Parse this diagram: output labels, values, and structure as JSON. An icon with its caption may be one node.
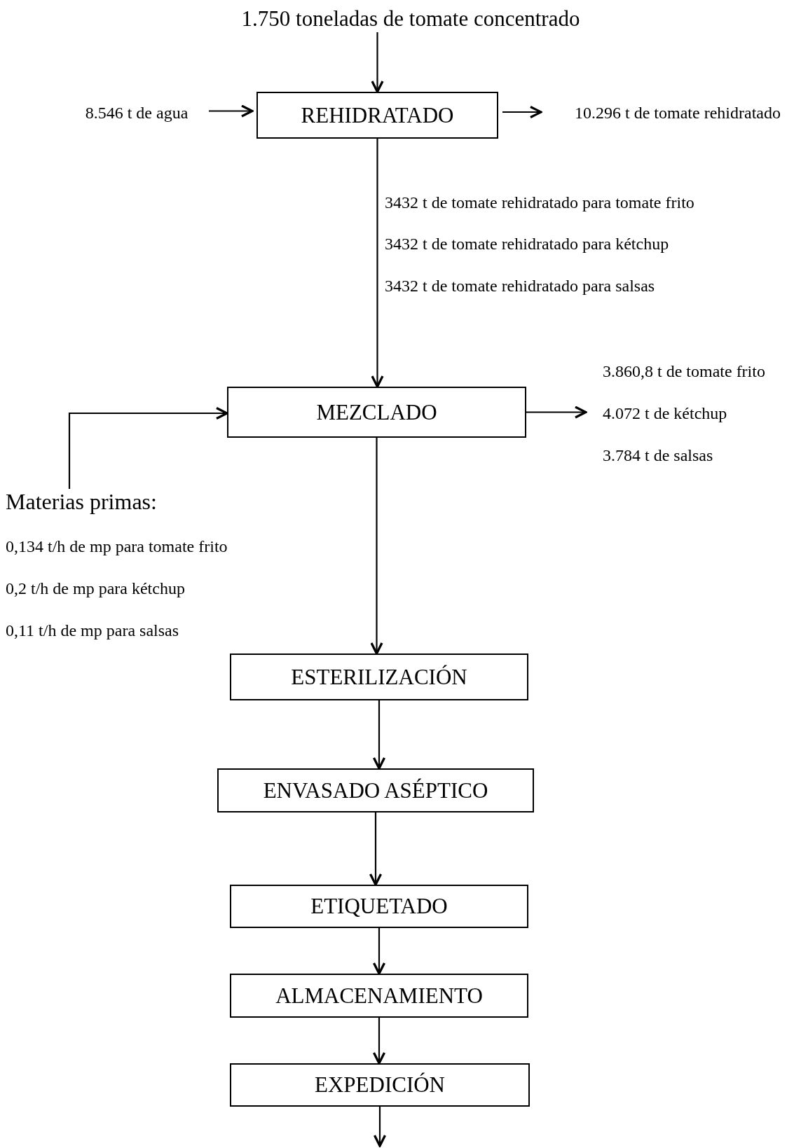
{
  "diagram": {
    "nodes": [
      {
        "text": [
          "1.750 toneladas de tomate concentrado"
        ]
      },
      {
        "text": [
          "8.546 t de agua"
        ]
      },
      {
        "text": [
          "REHIDRATADO"
        ]
      },
      {
        "text": [
          "10.296 t de tomate rehidratado"
        ]
      },
      {
        "text": [
          "MEZCLADO"
        ]
      },
      {
        "text": [
          "3.860,8 t de tomate frito",
          "4.072 t de kétchup",
          "3.784 t de salsas"
        ]
      },
      {
        "text": [
          "Materias primas:",
          "0,134 t/h de mp para tomate frito",
          "0,2 t/h de mp para kétchup",
          "0,11 t/h de mp para salsas"
        ]
      },
      {
        "text": [
          "ESTERILIZACIÓN"
        ]
      },
      {
        "text": [
          "ENVASADO ASÉPTICO"
        ]
      },
      {
        "text": [
          "ETIQUETADO"
        ]
      },
      {
        "text": [
          "ALMACENAMIENTO"
        ]
      },
      {
        "text": [
          "EXPEDICIÓN"
        ]
      }
    ],
    "edges": [
      {
        "from": 0,
        "to": 2,
        "arrow": "to"
      },
      {
        "from": 1,
        "to": 2,
        "arrow": "to"
      },
      {
        "from": 2,
        "to": 3,
        "arrow": "to"
      },
      {
        "from": 2,
        "to": 4,
        "arrow": "to"
      },
      {
        "from": 6,
        "to": 4,
        "arrow": "to"
      },
      {
        "from": 4,
        "to": 5,
        "arrow": "to"
      },
      {
        "from": 4,
        "to": 7,
        "arrow": "to"
      },
      {
        "from": 7,
        "to": 8,
        "arrow": "to"
      },
      {
        "from": 8,
        "to": 9,
        "arrow": "to"
      },
      {
        "from": 9,
        "to": 10,
        "arrow": "to"
      },
      {
        "from": 10,
        "to": 11,
        "arrow": "to"
      },
      {
        "from": 11,
        "to": null,
        "arrow": "to"
      }
    ],
    "labels": [
      "3432 t de tomate rehidratado para tomate frito",
      "3432 t de tomate rehidratado para kétchup",
      "3432 t de tomate rehidratado para salsas"
    ]
  }
}
